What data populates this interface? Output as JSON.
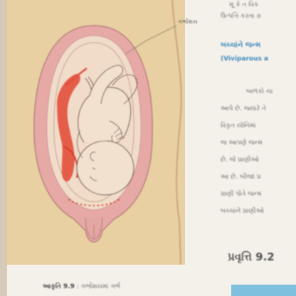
{
  "figure": {
    "callout_label": "ગર્ભાશય"
  },
  "right_column": {
    "top_lines": [
      "મૂ કે ત વિક",
      "ઉત્પત્તિ કરતા ગ્ર"
    ],
    "heading": "બચ્ચાંને જન્મ",
    "heading_en": "(Viviparous a",
    "paragraph": [
      "બાળકો ચા",
      "આપે છે. જ્યારે તે",
      "વિકૃત યોનિમાં",
      "જ આપણે જન્મ",
      "છે. જે પ્રાણીઓ",
      "આ છે. બીજાં પ્ર",
      "પ્રાણી પોતે જન્મ",
      "બચ્ચાંને પ્રાણીઓ"
    ],
    "section_heading": "પ્રવૃત્તિ 9.2"
  },
  "caption": {
    "number": "આકૃતિ 9.9",
    "text": " : ગર્ભાશયમાં ગર્ભ"
  }
}
